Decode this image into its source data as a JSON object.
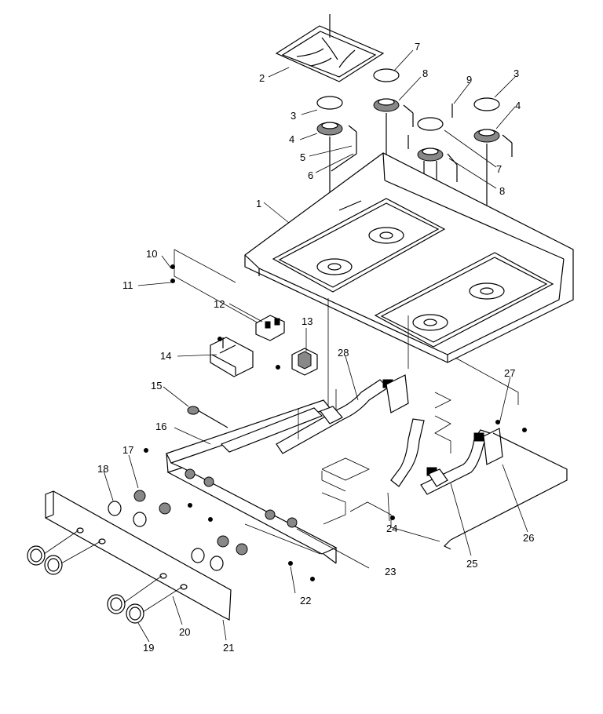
{
  "diagram": {
    "title": "",
    "callouts": [
      {
        "id": "c1",
        "text": "1"
      },
      {
        "id": "c2",
        "text": "2"
      },
      {
        "id": "c3a",
        "text": "3"
      },
      {
        "id": "c3b",
        "text": "3"
      },
      {
        "id": "c4a",
        "text": "4"
      },
      {
        "id": "c4b",
        "text": "4"
      },
      {
        "id": "c5",
        "text": "5"
      },
      {
        "id": "c6",
        "text": "6"
      },
      {
        "id": "c7a",
        "text": "7"
      },
      {
        "id": "c7b",
        "text": "7"
      },
      {
        "id": "c8a",
        "text": "8"
      },
      {
        "id": "c8b",
        "text": "8"
      },
      {
        "id": "c9",
        "text": "9"
      },
      {
        "id": "c10",
        "text": "10"
      },
      {
        "id": "c11",
        "text": "11"
      },
      {
        "id": "c12",
        "text": "12"
      },
      {
        "id": "c13",
        "text": "13"
      },
      {
        "id": "c14",
        "text": "14"
      },
      {
        "id": "c15",
        "text": "15"
      },
      {
        "id": "c16",
        "text": "16"
      },
      {
        "id": "c17",
        "text": "17"
      },
      {
        "id": "c18",
        "text": "18"
      },
      {
        "id": "c19",
        "text": "19"
      },
      {
        "id": "c20",
        "text": "20"
      },
      {
        "id": "c21",
        "text": "21"
      },
      {
        "id": "c22",
        "text": "22"
      },
      {
        "id": "c23",
        "text": "23"
      },
      {
        "id": "c24",
        "text": "24"
      },
      {
        "id": "c25",
        "text": "25"
      },
      {
        "id": "c26",
        "text": "26"
      },
      {
        "id": "c27",
        "text": "27"
      },
      {
        "id": "c28",
        "text": "28"
      }
    ]
  }
}
